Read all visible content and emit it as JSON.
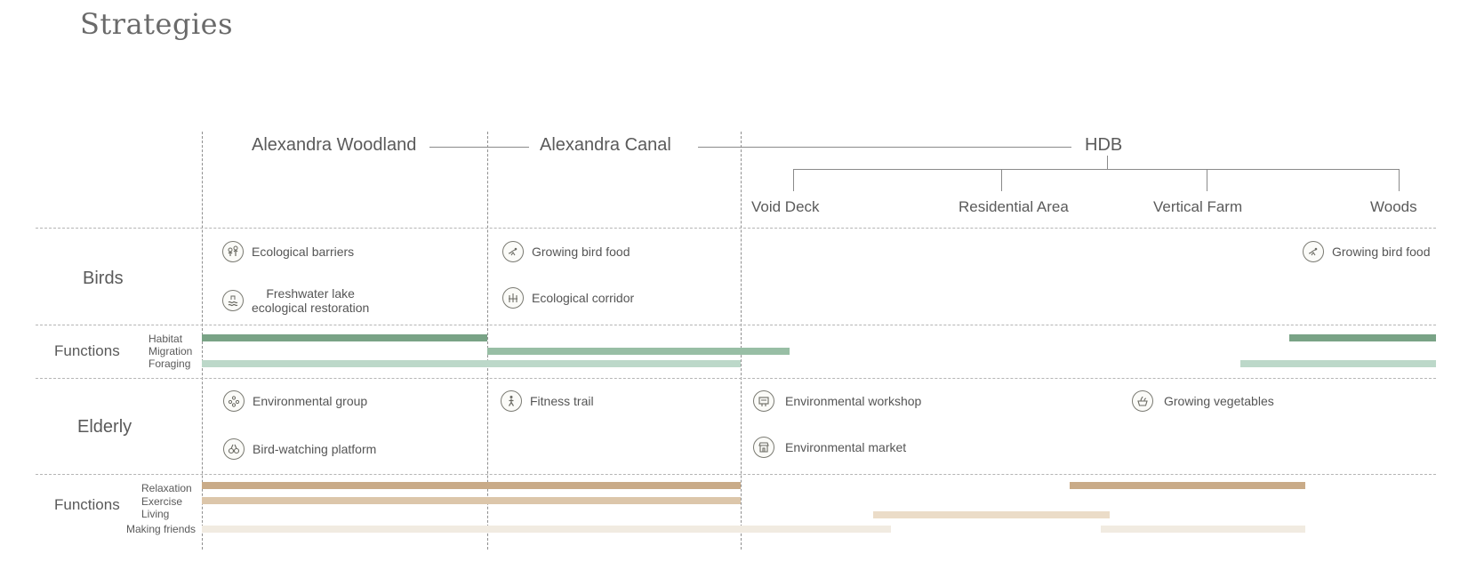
{
  "page": {
    "title": "Strategies"
  },
  "zones": {
    "woodland": "Alexandra Woodland",
    "canal": "Alexandra Canal",
    "hdb": "HDB",
    "hdb_sub": [
      "Void Deck",
      "Residential Area",
      "Vertical Farm",
      "Woods"
    ]
  },
  "rows": {
    "birds": "Birds",
    "birds_functions": "Functions",
    "elderly": "Elderly",
    "elderly_functions": "Functions"
  },
  "bird_functions": [
    "Habitat",
    "Migration",
    "Foraging"
  ],
  "elderly_functions": [
    "Relaxation",
    "Exercise",
    "Living",
    "Making friends"
  ],
  "birds_items": {
    "woodland": [
      "Ecological barriers",
      "Freshwater lake",
      "ecological restoration"
    ],
    "canal": [
      "Growing bird food",
      "Ecological corridor"
    ],
    "woods": "Growing bird food"
  },
  "elderly_items": {
    "woodland": [
      "Environmental group",
      "Bird-watching platform"
    ],
    "canal": "Fitness trail",
    "void_deck": [
      "Environmental workshop",
      "Environmental market"
    ],
    "vertical_farm": "Growing vegetables"
  },
  "icons": {
    "ecological_barriers": "tree-cluster-icon",
    "freshwater_lake": "lake-icon",
    "growing_bird_food": "bird-feed-icon",
    "ecological_corridor": "corridor-icon",
    "environmental_group": "group-icon",
    "bird_watching": "binoculars-icon",
    "fitness_trail": "walker-icon",
    "environmental_workshop": "workshop-icon",
    "environmental_market": "market-stall-icon",
    "growing_vegetables": "vegetable-basket-icon"
  },
  "colors": {
    "habitat": "#79a386",
    "migration": "#98bea5",
    "foraging": "#bcd8c9",
    "relaxation": "#c9ab88",
    "exercise": "#dcc6aa",
    "living": "#ebdcc8",
    "making_friends": "#f1ebe1"
  }
}
